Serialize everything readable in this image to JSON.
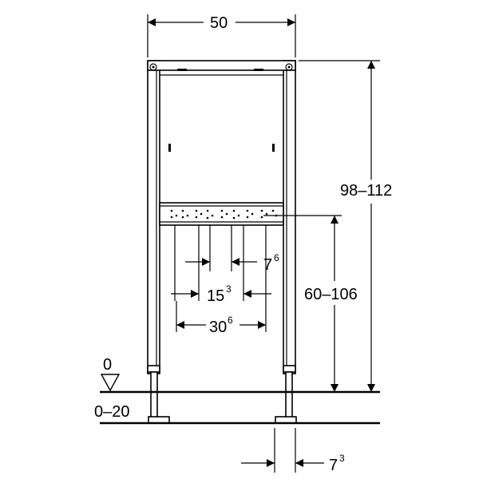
{
  "dimensions": {
    "frame_width": "50",
    "total_height": "98–112",
    "connection_height": "60–106",
    "spacing_small": {
      "base": "7",
      "sup": "6"
    },
    "spacing_medium": {
      "base": "15",
      "sup": "3"
    },
    "spacing_large": {
      "base": "30",
      "sup": "6"
    },
    "floor_reference": "0",
    "floor_adjustment": "0–20",
    "foot_offset": {
      "base": "7",
      "sup": "3"
    }
  }
}
